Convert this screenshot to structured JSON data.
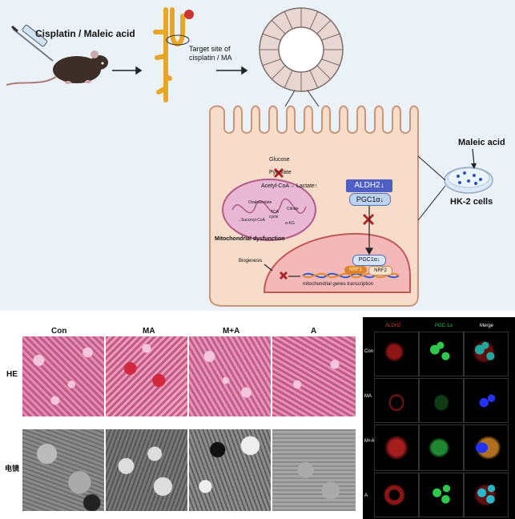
{
  "schematic": {
    "treatment_label": "Cisplatin / Maleic acid",
    "target_site_label": "Target site of cisplatin /  MA",
    "pathway": {
      "glucose": "Glucose",
      "pyruvate": "Pyruvate",
      "acetyl_lactate": "Acetyl-CoA→ Lactate↑",
      "oxaloacetate": "Oxaloacetate",
      "tca": "TCA",
      "citrate": "Citrate",
      "cycle": "cycle",
      "succinyl": "→Succinyl-CoA",
      "akg": "α-KG"
    },
    "aldh2": "ALDH2↓",
    "pgc1a_top": "PGC1α↓",
    "mito_dysfunction": "Mitochondrial dysfunction",
    "pgc1a_nucleus": "PGC1α↓",
    "nrf1": "NRF1",
    "nrf2": "NRF2",
    "biogenesis": "Biogenesis",
    "transcription": "mitochondrial genes transcription",
    "maleic_acid": "Maleic acid",
    "hk2_cells": "HK-2 cells"
  },
  "histology": {
    "columns": [
      "Con",
      "MA",
      "M+A",
      "A"
    ],
    "row_he": "HE",
    "row_em": "电镜"
  },
  "immunofluorescence": {
    "columns": [
      "ALDH2",
      "PGC-1α",
      "Merge"
    ],
    "rows": [
      "Con",
      "MA",
      "M+A",
      "A"
    ],
    "colors": {
      "aldh2": "#ff3030",
      "pgc1a": "#22cc44",
      "merge_nucleus": "#2233ff"
    }
  }
}
